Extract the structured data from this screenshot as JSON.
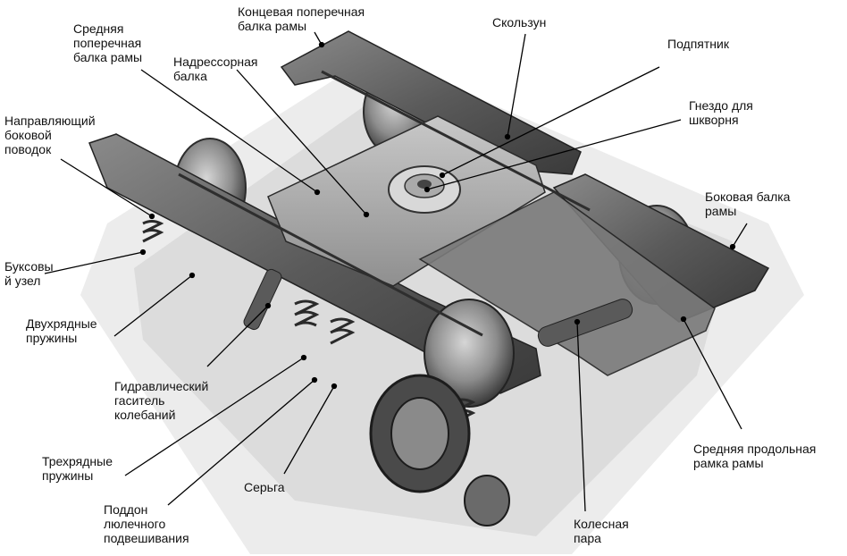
{
  "image": {
    "alt": "Тележка"
  },
  "labels": {
    "end_beam": "Концевая поперечная\nбалка рамы",
    "middle_cross_beam": "Средняя\nпоперечная\nбалка рамы",
    "bolster": "Надрессорная\nбалка",
    "side_bearing": "Скользун",
    "center_plate": "Подпятник",
    "pivot_socket": "Гнездо для\nшкворня",
    "guide_link": "Направляющий\nбоковой\nповодок",
    "side_beam": "Боковая балка\nрамы",
    "axle_box": "Буксовы\nй узел",
    "double_springs": "Двухрядные\nпружины",
    "hydraulic_damper": "Гидравлический\nгаситель\nколебаний",
    "triple_springs": "Трехрядные\nпружины",
    "spring_plank": "Поддон\nлюлечного\nподвешивания",
    "link_hanger": "Серьга",
    "wheelset": "Колесная\nпара",
    "middle_longitudinal_frame": "Средняя продольная\nрамка рамы"
  },
  "colors": {
    "text": "#111111",
    "leader": "#000000",
    "metal_dark": "#3a3a3a",
    "metal_mid": "#6e6e6e",
    "metal_light": "#b9b9b9",
    "floor": "#e9e9e9"
  }
}
